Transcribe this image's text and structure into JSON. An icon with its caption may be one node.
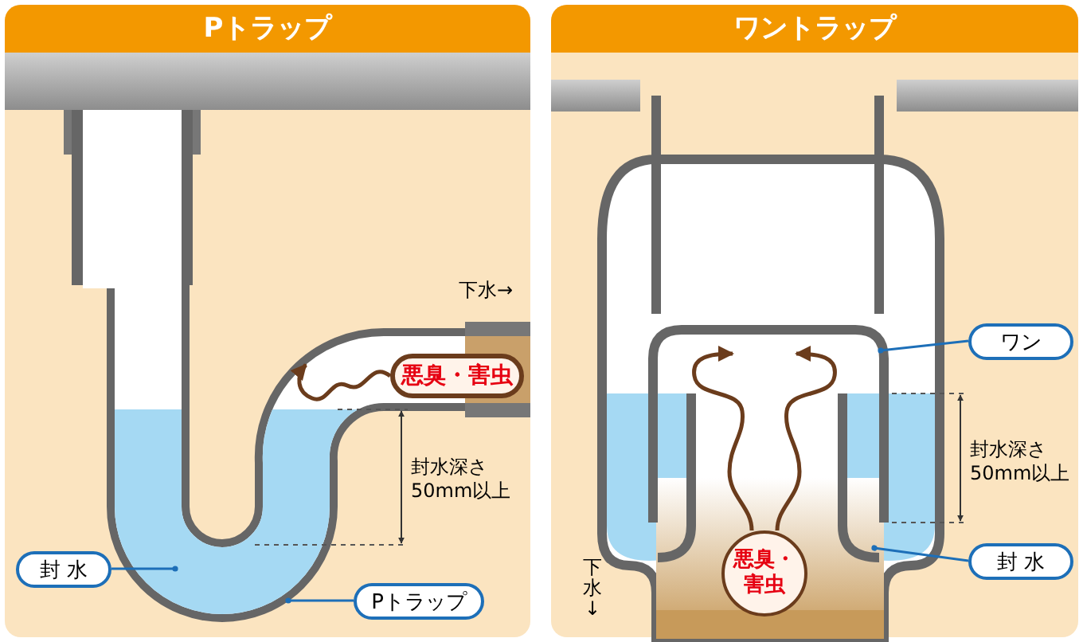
{
  "diagram": {
    "nodes": [
      {
        "text": [
          "Pトラップ"
        ]
      },
      {
        "text": [
          "悪臭・害虫"
        ],
        "in": 0
      },
      {
        "text": [
          "封 水"
        ],
        "in": 0
      },
      {
        "text": [
          "Pトラップ"
        ],
        "in": 0
      },
      {
        "text": [
          "ワントラップ"
        ]
      },
      {
        "text": [
          "ワン"
        ],
        "in": 4
      },
      {
        "text": [
          "封 水"
        ],
        "in": 4
      },
      {
        "text": [
          "悪臭・害虫"
        ],
        "in": 4
      }
    ],
    "edges": [
      {
        "from": 1,
        "to": null,
        "arrow": "to",
        "color": "#6b3c1c"
      },
      {
        "from": 2,
        "to": null,
        "arrow": "other"
      },
      {
        "from": 3,
        "to": null,
        "arrow": "other"
      },
      {
        "from": 5,
        "to": null,
        "arrow": "other"
      },
      {
        "from": 6,
        "to": null,
        "arrow": "other"
      },
      {
        "from": 7,
        "to": null,
        "arrow": "to",
        "color": "#6b3c1c"
      },
      {
        "from": 7,
        "to": null,
        "arrow": "to",
        "color": "#6b3c1c"
      }
    ],
    "labels": [
      "下水→",
      "封水深さ 50mm以上",
      "封水深さ 50mm以上",
      "下水↓"
    ]
  }
}
